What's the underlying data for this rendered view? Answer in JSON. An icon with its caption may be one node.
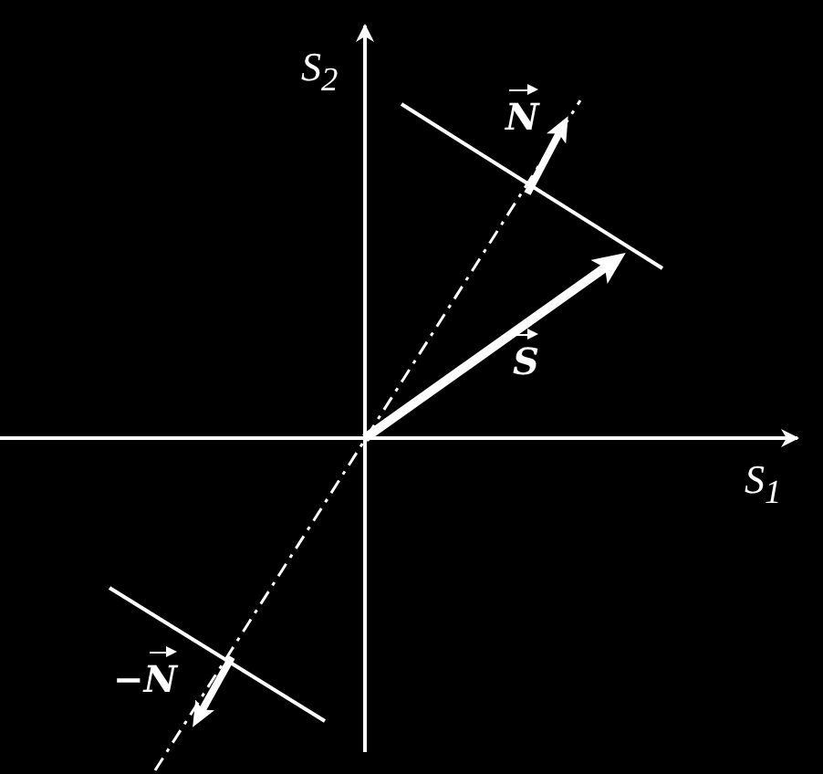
{
  "diagram": {
    "labels": [
      "S$_{2}$",
      "N",
      "S",
      "S$_{1}$",
      "−N"
    ]
  }
}
